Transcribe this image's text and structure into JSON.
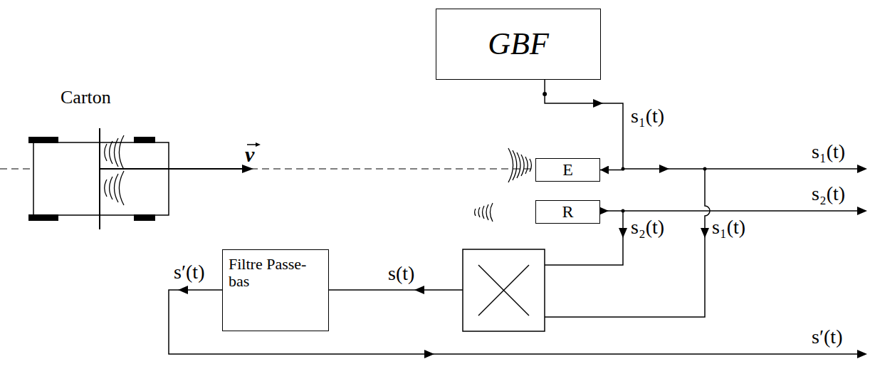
{
  "diagram": {
    "nodes": [
      {
        "text": [
          "GBF"
        ]
      },
      {
        "text": [
          "E"
        ]
      },
      {
        "text": [
          "R"
        ]
      },
      {
        "text": [
          "Filtre Passe-bas"
        ]
      }
    ],
    "edges": [
      {
        "from": 0,
        "to": 1,
        "arrow": "to",
        "label": "s₁(t)"
      }
    ],
    "labels": [
      "Carton",
      "v",
      "s₁(t)",
      "s₂(t)",
      "s₂(t)",
      "s₁(t)",
      "s(t)",
      "s′(t)",
      "s′(t)"
    ]
  }
}
